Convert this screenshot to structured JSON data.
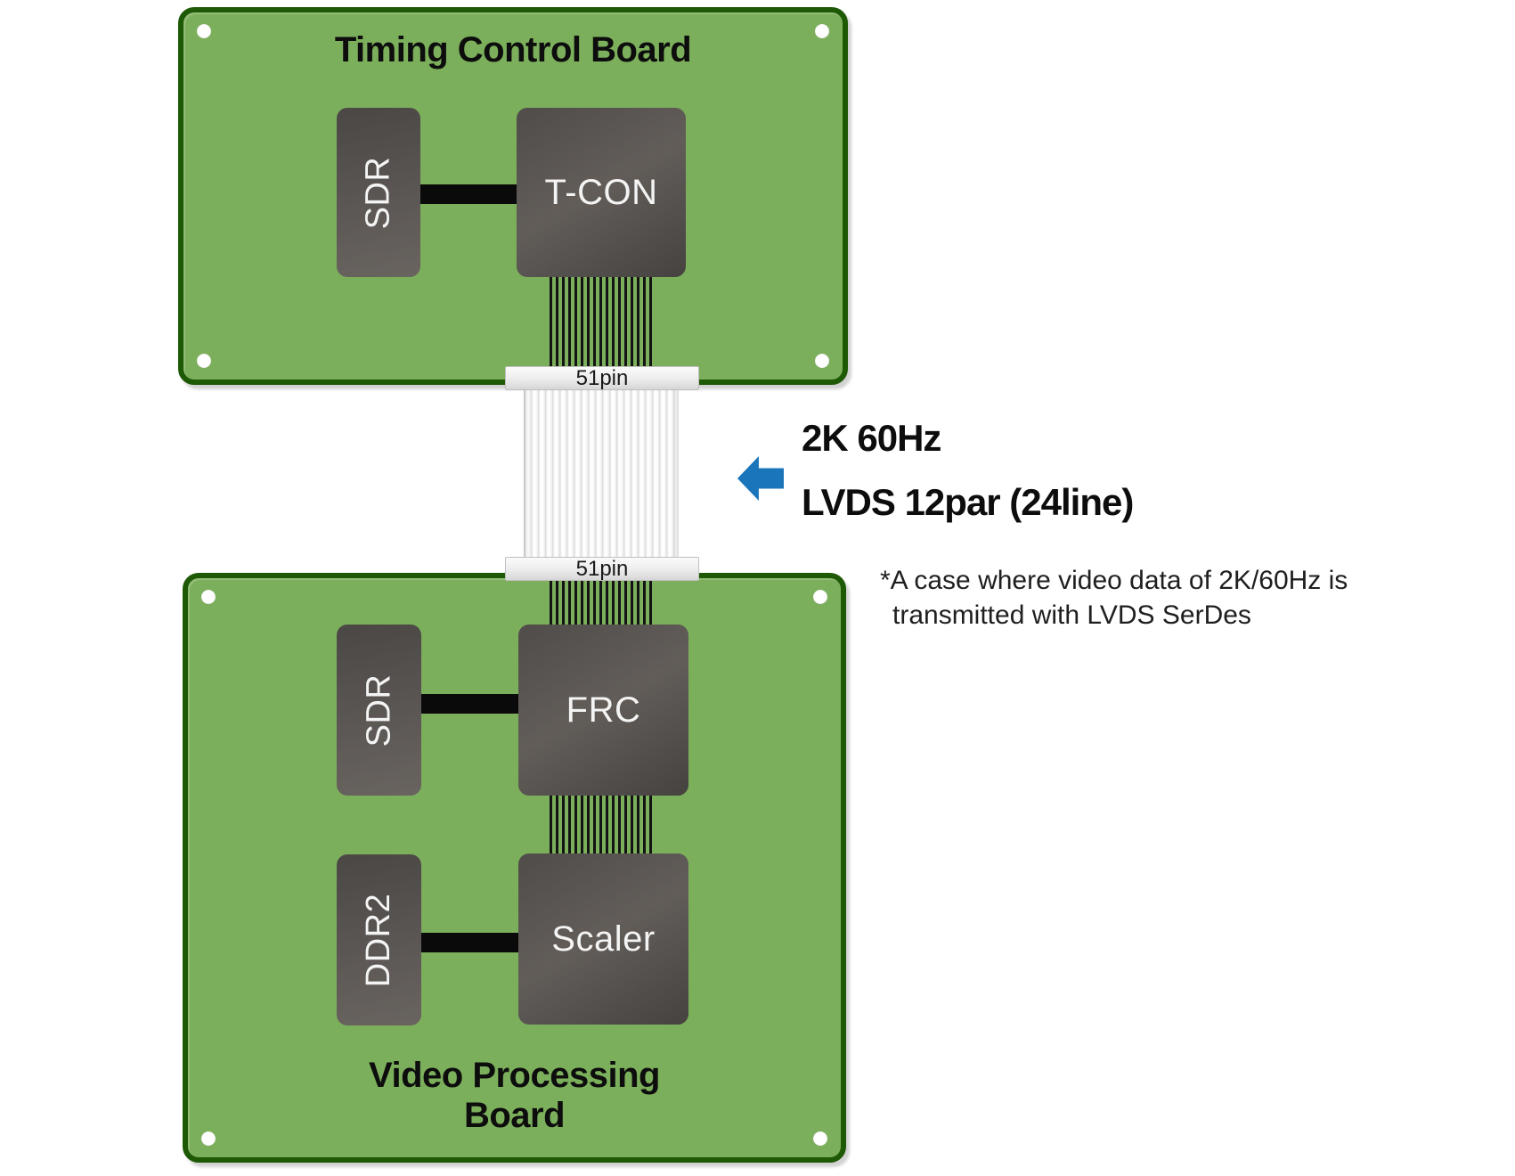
{
  "boards": {
    "top": {
      "title": "Timing Control Board",
      "chips": [
        {
          "name": "sdr",
          "label": "SDR"
        },
        {
          "name": "tcon",
          "label": "T-CON"
        }
      ]
    },
    "bottom": {
      "title": "Video Processing Board",
      "chips": [
        {
          "name": "sdr",
          "label": "SDR"
        },
        {
          "name": "frc",
          "label": "FRC"
        },
        {
          "name": "ddr2",
          "label": "DDR2"
        },
        {
          "name": "scaler",
          "label": "Scaler"
        }
      ]
    }
  },
  "connectors": {
    "top_pin_label": "51pin",
    "bottom_pin_label": "51pin"
  },
  "annotation": {
    "line1": "2K 60Hz",
    "line2": "LVDS 12par (24line)"
  },
  "note": {
    "line1": "*A case where video data of 2K/60Hz is",
    "line2": "transmitted with LVDS SerDes"
  },
  "colors": {
    "board_green": "#7CAF5B",
    "board_border": "#1E5905",
    "chip_gray": "#57524F",
    "connector_black": "#0A0A0A",
    "pinbar_gray": "#E8E8E8",
    "arrow_blue": "#1B75BB",
    "text_black": "#0D0D0D",
    "chip_text_white": "#F4F4F4"
  }
}
